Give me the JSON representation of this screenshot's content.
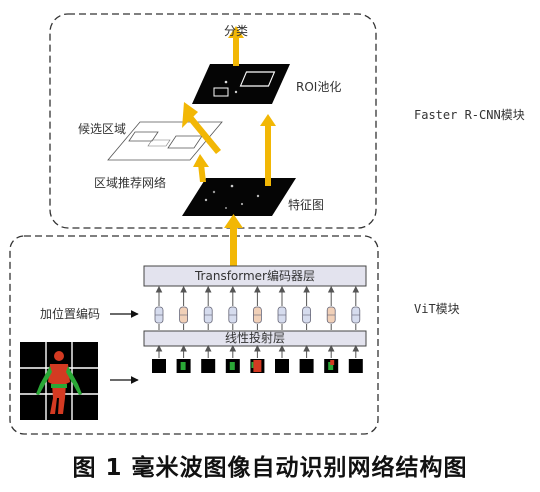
{
  "faster_rcnn": {
    "module_label": "Faster R-CNN模块",
    "classify_label": "分类",
    "roi_pool_label": "ROI池化",
    "proposals_label": "候选区域",
    "rpn_label": "区域推荐网络",
    "feature_map_label": "特征图"
  },
  "vit": {
    "module_label": "ViT模块",
    "encoder_label": "Transformer编码器层",
    "pos_encoding_label": "加位置编码",
    "projection_label": "线性投射层",
    "token_count": 9
  },
  "caption": "图 1   毫米波图像自动识别网络结构图",
  "colors": {
    "arrow": "#f2b705",
    "box_border": "#333333",
    "layer_fill": "#e3e3ee",
    "token_fill": "#d6dcee",
    "token_alt_fill": "#f1d0b8",
    "patch_body": "#d43a22",
    "patch_green": "#2aa836"
  },
  "icons": [
    "up-arrow-icon",
    "right-arrow-icon",
    "body-scan-image"
  ]
}
